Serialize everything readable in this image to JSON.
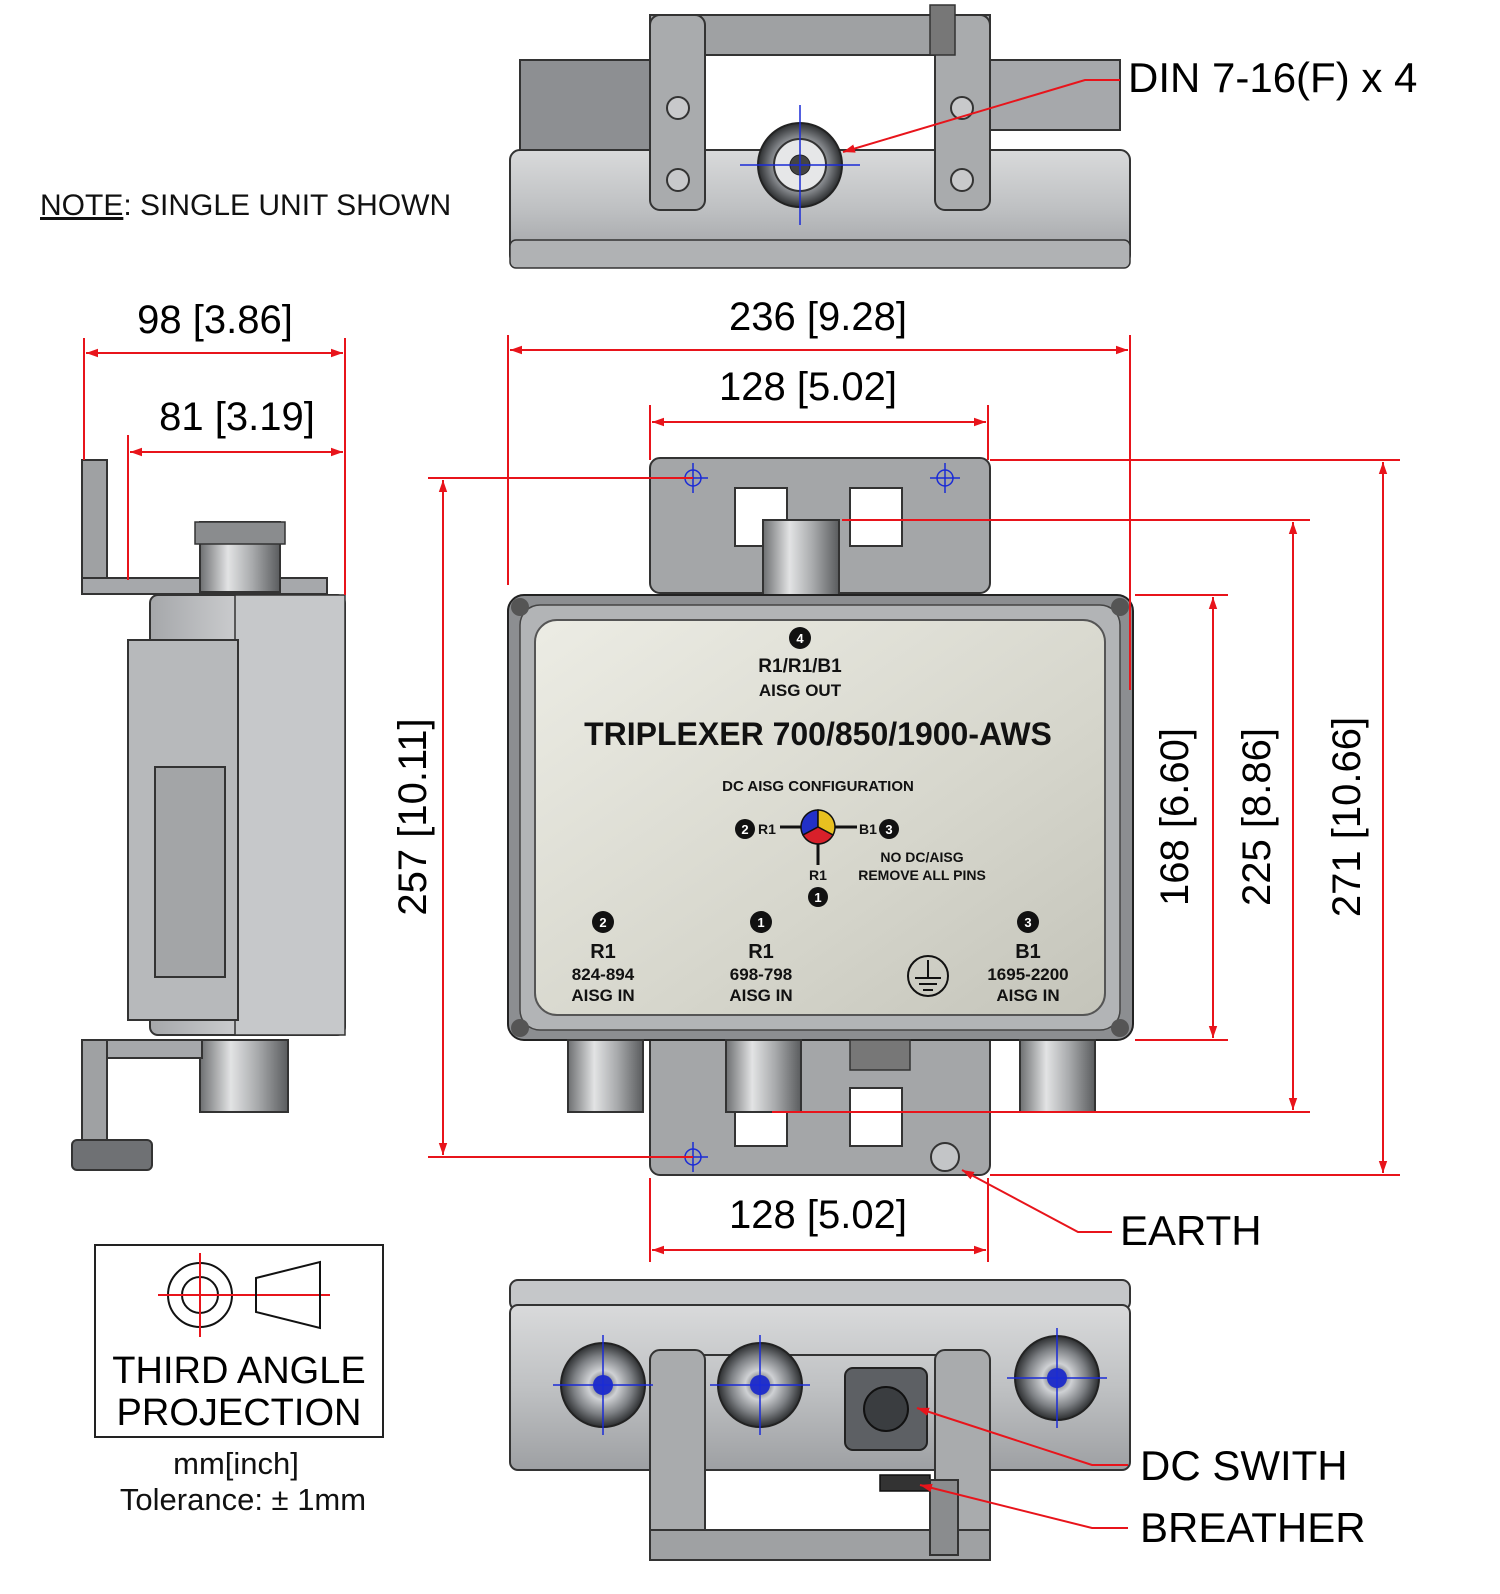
{
  "note": {
    "prefix": "NOTE",
    "text": ": SINGLE UNIT SHOWN"
  },
  "callouts": {
    "din": "DIN 7-16(F) x 4",
    "earth": "EARTH",
    "dc_switch": "DC SWITH",
    "breather": "BREATHER"
  },
  "dimensions": {
    "overall_width": "236 [9.28]",
    "bracket_top": "128 [5.02]",
    "bracket_bottom": "128 [5.02]",
    "depth_overall": "98 [3.86]",
    "depth_body": "81 [3.19]",
    "height_holes": "257 [10.11]",
    "height_body": "168 [6.60]",
    "height_connectors": "225 [8.86]",
    "height_overall": "271 [10.66]"
  },
  "label_plate": {
    "port4_num": "4",
    "port4_name": "R1/R1/B1",
    "port4_desc": "AISG OUT",
    "title": "TRIPLEXER 700/850/1900-AWS",
    "config_title": "DC AISG CONFIGURATION",
    "left_num": "2",
    "left_label": "R1",
    "right_label": "B1",
    "right_num": "3",
    "bottom_label": "R1",
    "bottom_num": "1",
    "no_dc_line1": "NO DC/AISG",
    "no_dc_line2": "REMOVE ALL PINS",
    "ports": [
      {
        "num": "2",
        "name": "R1",
        "range": "824-894",
        "desc": "AISG IN"
      },
      {
        "num": "1",
        "name": "R1",
        "range": "698-798",
        "desc": "AISG IN"
      },
      {
        "num": "3",
        "name": "B1",
        "range": "1695-2200",
        "desc": "AISG IN"
      }
    ]
  },
  "projection": {
    "line1": "THIRD ANGLE",
    "line2": "PROJECTION",
    "units": "mm[inch]",
    "tolerance": "Tolerance: ± 1mm"
  },
  "colors": {
    "dimension_lines": "#e8141b",
    "center_marks": "#1a2bd6",
    "body_gray": "#b9bbbd",
    "label_plate": "#dcdcd2"
  }
}
